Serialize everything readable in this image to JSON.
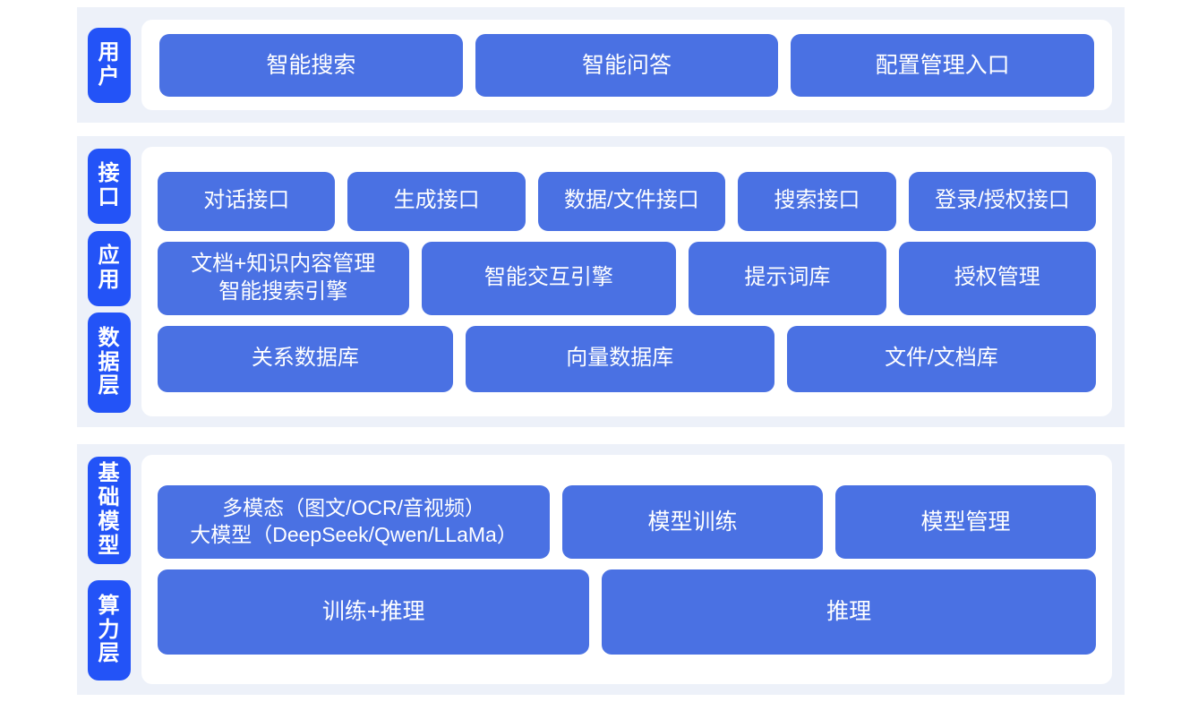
{
  "theme": {
    "page_background": "#ffffff",
    "band_background": "#edf1f9",
    "card_background": "#ffffff",
    "rail_tab_color": "#2353f7",
    "node_color": "#4a71e3",
    "node_text_color": "#ffffff"
  },
  "sections": [
    {
      "id": "user",
      "rails": [
        {
          "name": "user-layer",
          "label": "用户",
          "chars": [
            "用",
            "户"
          ]
        }
      ],
      "rows": [
        {
          "name": "user-entry-row",
          "nodes": [
            {
              "name": "node-intelligent-search",
              "label": "智能搜索"
            },
            {
              "name": "node-intelligent-qa",
              "label": "智能问答"
            },
            {
              "name": "node-config-management-entry",
              "label": "配置管理入口"
            }
          ]
        }
      ]
    },
    {
      "id": "middle",
      "rails": [
        {
          "name": "interface-layer",
          "label": "接口",
          "chars": [
            "接",
            "口"
          ]
        },
        {
          "name": "application-layer",
          "label": "应用",
          "chars": [
            "应",
            "用"
          ]
        },
        {
          "name": "data-layer",
          "label": "数据层",
          "chars": [
            "数",
            "据",
            "层"
          ]
        }
      ],
      "rows": [
        {
          "name": "interface-row",
          "nodes": [
            {
              "name": "node-dialog-api",
              "label": "对话接口"
            },
            {
              "name": "node-generation-api",
              "label": "生成接口"
            },
            {
              "name": "node-data-file-api",
              "label": "数据/文件接口"
            },
            {
              "name": "node-search-api",
              "label": "搜索接口"
            },
            {
              "name": "node-login-auth-api",
              "label": "登录/授权接口"
            }
          ]
        },
        {
          "name": "application-row",
          "nodes": [
            {
              "name": "node-doc-knowledge-content-management",
              "label": "文档+知识内容管理\n智能搜索引擎"
            },
            {
              "name": "node-intelligent-interaction-engine",
              "label": "智能交互引擎"
            },
            {
              "name": "node-prompt-library",
              "label": "提示词库"
            },
            {
              "name": "node-authorization-management",
              "label": "授权管理"
            }
          ]
        },
        {
          "name": "data-row",
          "nodes": [
            {
              "name": "node-relational-database",
              "label": "关系数据库"
            },
            {
              "name": "node-vector-database",
              "label": "向量数据库"
            },
            {
              "name": "node-file-document-store",
              "label": "文件/文档库"
            }
          ]
        }
      ]
    },
    {
      "id": "base",
      "rails": [
        {
          "name": "foundation-model-layer",
          "label": "基础模型",
          "chars": [
            "基",
            "础",
            "模",
            "型"
          ]
        },
        {
          "name": "compute-layer",
          "label": "算力层",
          "chars": [
            "算",
            "力",
            "层"
          ]
        }
      ],
      "rows": [
        {
          "name": "foundation-model-row",
          "nodes": [
            {
              "name": "node-multimodal-large-model",
              "label": "多模态（图文/OCR/音视频）\n大模型（DeepSeek/Qwen/LLaMa）"
            },
            {
              "name": "node-model-training",
              "label": "模型训练"
            },
            {
              "name": "node-model-management",
              "label": "模型管理"
            }
          ]
        },
        {
          "name": "compute-row",
          "nodes": [
            {
              "name": "node-training-plus-inference",
              "label": "训练+推理"
            },
            {
              "name": "node-inference",
              "label": "推理"
            }
          ]
        }
      ]
    }
  ]
}
